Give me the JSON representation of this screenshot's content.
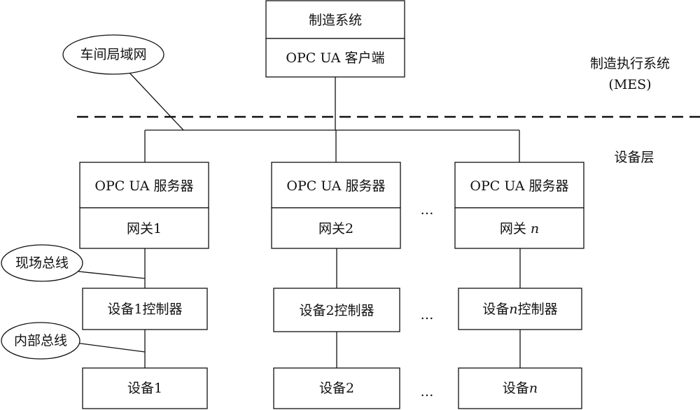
{
  "top": {
    "system": "制造系统",
    "client": "OPC UA 客户端"
  },
  "callouts": {
    "lan": "车间局域网",
    "fieldbus": "现场总线",
    "internal_bus": "内部总线"
  },
  "layers": {
    "mes_line1": "制造执行系统",
    "mes_line2": "(MES)",
    "device_layer": "设备层"
  },
  "columns": [
    {
      "server": "OPC UA 服务器",
      "gateway": "网关1",
      "controller": "设备1控制器",
      "device": "设备1"
    },
    {
      "server": "OPC UA 服务器",
      "gateway": "网关2",
      "controller": "设备2控制器",
      "device": "设备2"
    },
    {
      "server": "OPC UA 服务器",
      "gateway_prefix": "网关 ",
      "gateway_n": "n",
      "controller_prefix": "设备",
      "controller_n": "n",
      "controller_suffix": "控制器",
      "device_prefix": "设备",
      "device_n": "n"
    }
  ],
  "ellipsis": "…"
}
